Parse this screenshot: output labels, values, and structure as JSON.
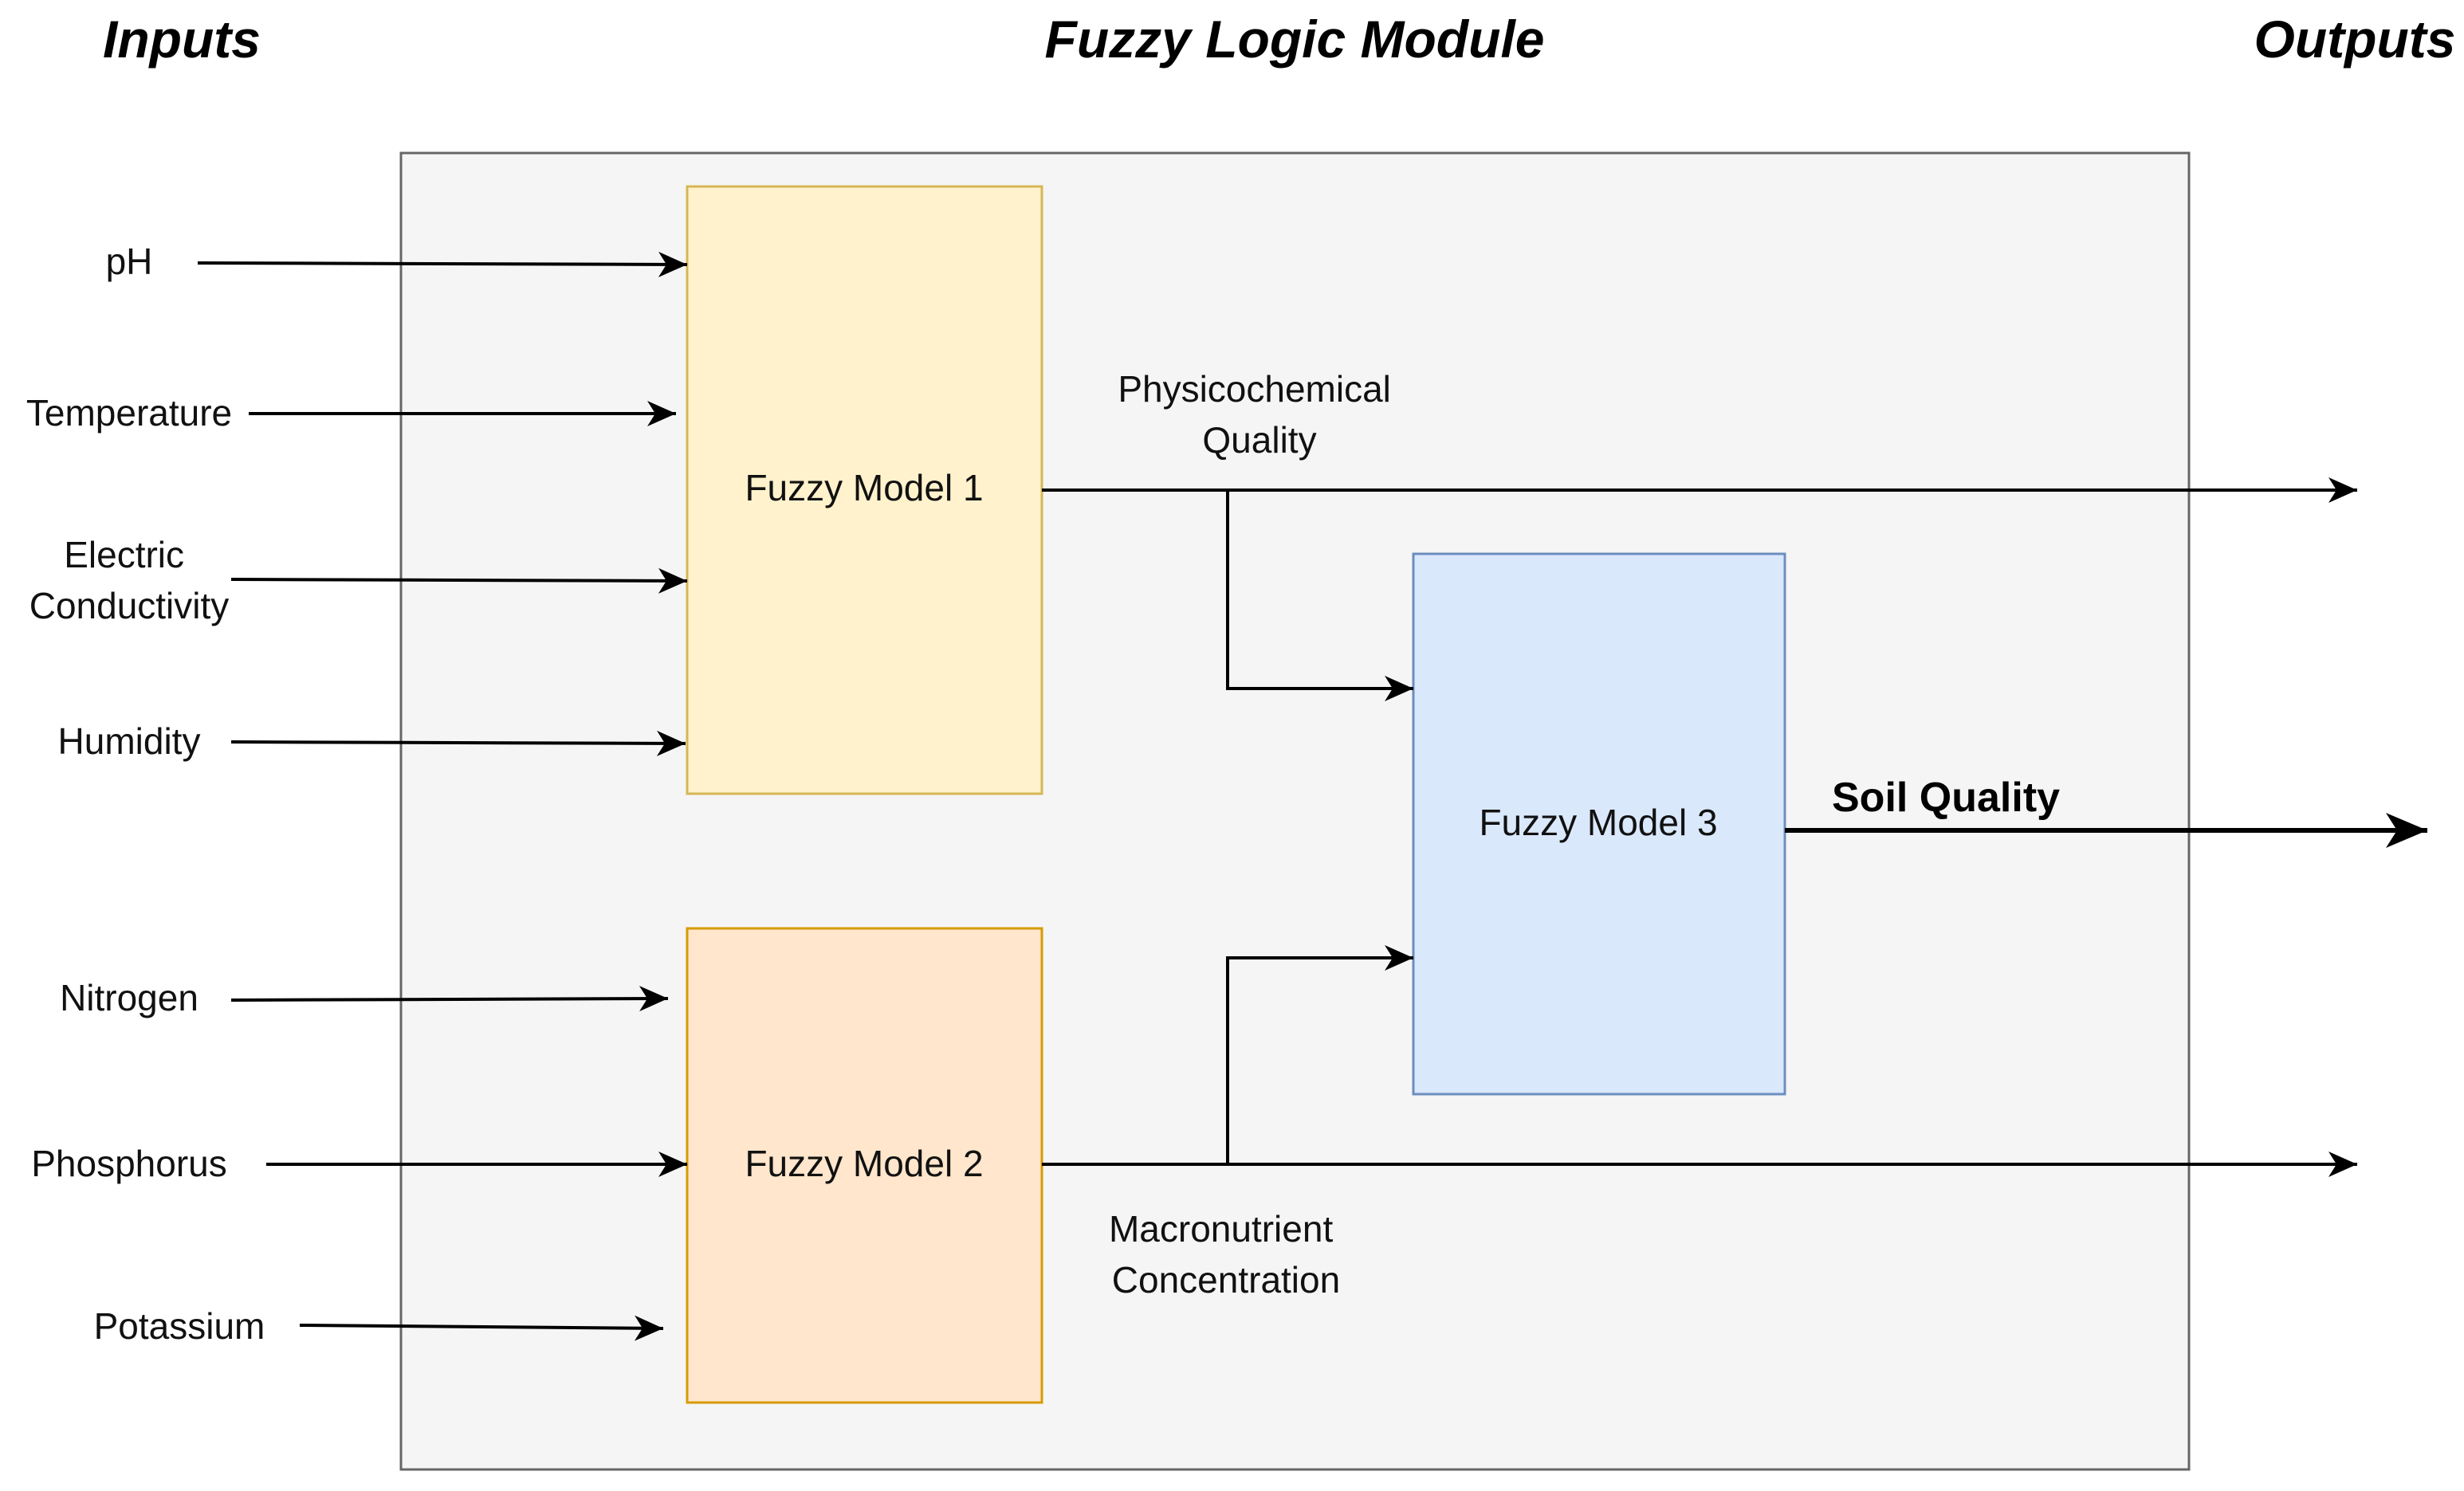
{
  "headings": {
    "inputs": "Inputs",
    "module": "Fuzzy Logic Module",
    "outputs": "Outputs"
  },
  "inputs": [
    {
      "lines": [
        "pH"
      ]
    },
    {
      "lines": [
        "Temperature"
      ]
    },
    {
      "lines": [
        "Electric",
        "Conductivity"
      ]
    },
    {
      "lines": [
        "Humidity"
      ]
    },
    {
      "lines": [
        "Nitrogen"
      ]
    },
    {
      "lines": [
        "Phosphorus"
      ]
    },
    {
      "lines": [
        "Potassium"
      ]
    }
  ],
  "models": {
    "model1": {
      "label": "Fuzzy Model 1",
      "fill": "#fff2cc",
      "stroke": "#d6b656"
    },
    "model2": {
      "label": "Fuzzy Model 2",
      "fill": "#ffe6cc",
      "stroke": "#d79b00"
    },
    "model3": {
      "label": "Fuzzy Model 3",
      "fill": "#dae8fc",
      "stroke": "#6c8ebf"
    }
  },
  "outputs": {
    "physicochemical": [
      "Physicochemical",
      "Quality"
    ],
    "macronutrient": [
      "Macronutrient",
      "Concentration"
    ],
    "soil_quality": "Soil Quality"
  },
  "colors": {
    "module_fill": "#f5f5f5",
    "module_stroke": "#666666"
  }
}
